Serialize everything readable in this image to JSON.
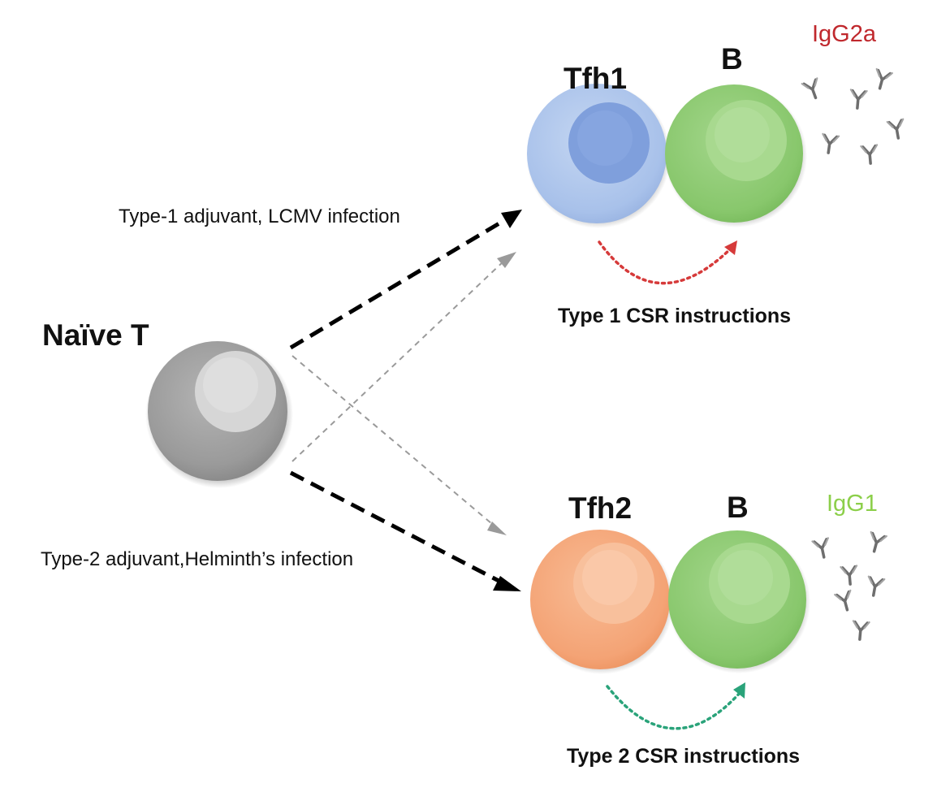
{
  "cells": {
    "naive": {
      "label": "Naïve T"
    },
    "tfh1": {
      "label": "Tfh1"
    },
    "b_top": {
      "label": "B"
    },
    "tfh2": {
      "label": "Tfh2"
    },
    "b_bottom": {
      "label": "B"
    }
  },
  "conditions": {
    "type1": "Type-1 adjuvant, LCMV infection",
    "type2": "Type-2 adjuvant,Helminth’s infection"
  },
  "instructions": {
    "type1": "Type 1 CSR instructions",
    "type2": "Type 2 CSR instructions"
  },
  "antibodies": {
    "top": {
      "label": "IgG2a",
      "color": "#c0282d"
    },
    "bottom": {
      "label": "IgG1",
      "color": "#8ccf4a"
    }
  },
  "colors": {
    "naive": "#8e8e8e",
    "tfh1": "#aac4ea",
    "tfh1_nucleus": "#7f9fdc",
    "tfh2": "#f3a273",
    "b_cell": "#86c66a",
    "csr_type1_arrow": "#d63a3a",
    "csr_type2_arrow": "#2aa37a"
  }
}
